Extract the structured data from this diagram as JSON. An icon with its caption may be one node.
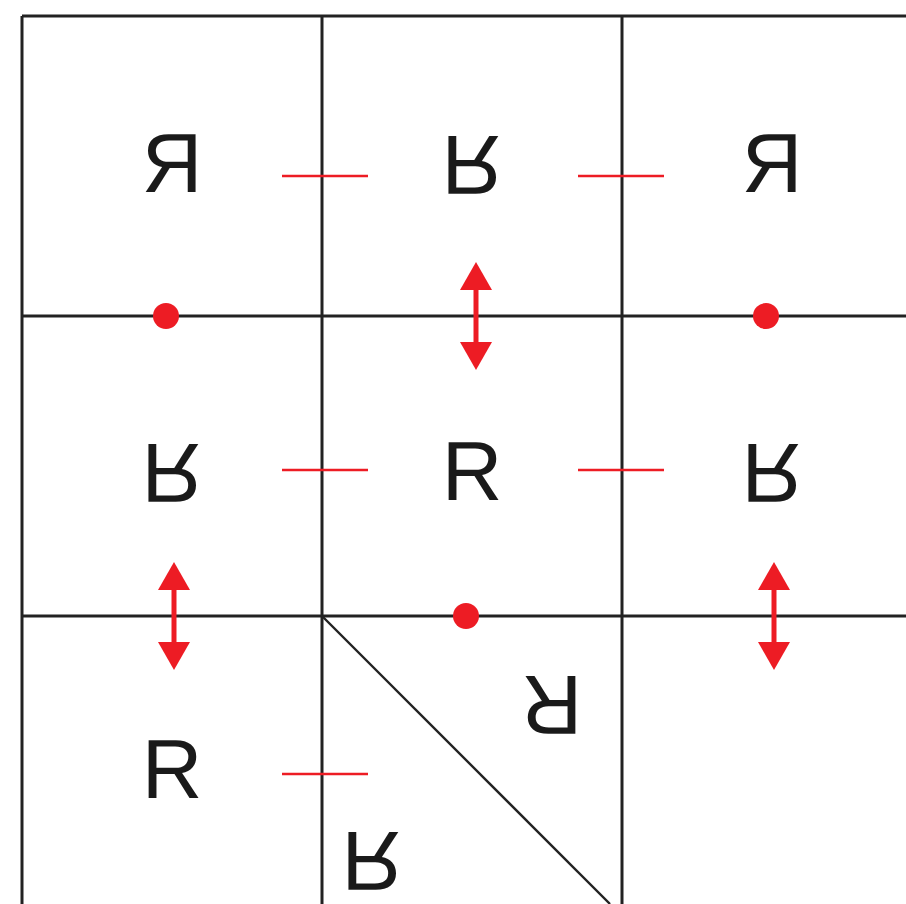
{
  "diagram": {
    "labels": [
      "Я",
      "Я",
      "Я",
      "Я",
      "R",
      "Я",
      "R",
      "R",
      "Я"
    ]
  }
}
